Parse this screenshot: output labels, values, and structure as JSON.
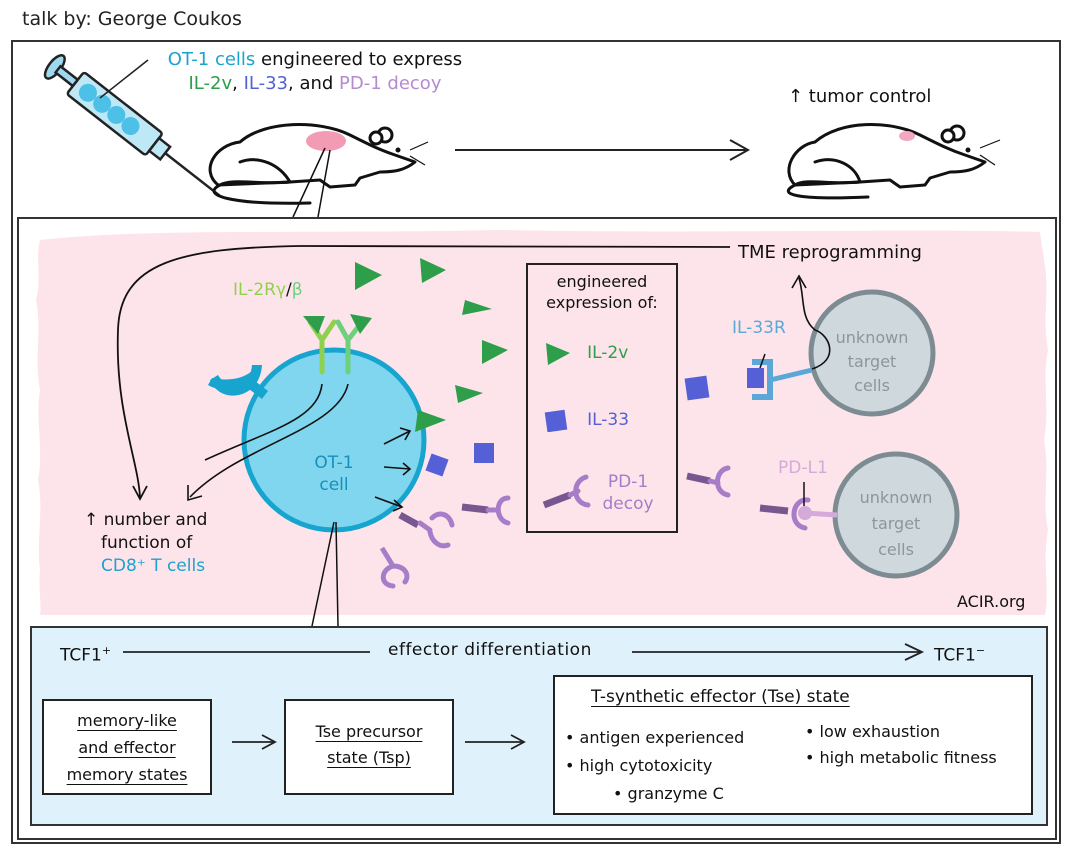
{
  "header": {
    "title": "talk by: George Coukos"
  },
  "top_panel": {
    "injection_label": {
      "line1_part1": "OT-1 cells",
      "line1_part2": " engineered to express",
      "line2_part1": "IL-2v",
      "line2_sep1": ", ",
      "line2_part2": "IL-33",
      "line2_sep2": ", and ",
      "line2_part3": "PD-1 decoy"
    },
    "outcome_label": "↑ tumor control"
  },
  "tme_panel": {
    "receptor_label": "IL-2Rγ/β",
    "receptor_label_gamma": "IL-2Rγ",
    "receptor_label_slash": "/",
    "receptor_label_beta": "β",
    "cell_label_line1": "OT-1",
    "cell_label_line2": "cell",
    "effect_label_line1": "↑ number and",
    "effect_label_line2": "function of",
    "effect_label_line3": "CD8⁺ T cells",
    "tme_label": "TME reprogramming",
    "legend": {
      "title_line1": "engineered",
      "title_line2": "expression of:",
      "items": [
        {
          "icon": "triangle-icon",
          "label": "IL-2v",
          "color": "#2e9e4a"
        },
        {
          "icon": "square-icon",
          "label": "IL-33",
          "color": "#5560d6"
        },
        {
          "icon": "decoy-receptor-icon",
          "label_line1": "PD-1",
          "label_line2": "decoy",
          "color": "#a77cc8"
        }
      ]
    },
    "il33r_label": "IL-33R",
    "pdl1_label": "PD-L1",
    "target_cells": [
      {
        "line1": "unknown",
        "line2": "target",
        "line3": "cells"
      },
      {
        "line1": "unknown",
        "line2": "target",
        "line3": "cells"
      }
    ],
    "credit": "ACIR.org"
  },
  "differentiation_panel": {
    "left_marker": "TCF1",
    "left_sup": "+",
    "axis_label": "effector differentiation",
    "right_marker": "TCF1",
    "right_sup": "−",
    "states": [
      {
        "lines": [
          "memory-like",
          "and effector",
          "memory states"
        ]
      },
      {
        "lines": [
          "Tse precursor",
          "state (Tsp)"
        ]
      }
    ],
    "tse_box": {
      "title": "T-synthetic effector (Tse) state",
      "left_bullets": [
        "antigen experienced",
        "high cytotoxicity"
      ],
      "sub_bullet": "granzyme C",
      "right_bullets": [
        "low exhaustion",
        "high metabolic fitness"
      ]
    }
  },
  "colors": {
    "ot1_blue": "#1ba3cf",
    "cell_fill": "#7fd6ee",
    "il2v_green": "#2e9e4a",
    "receptor_green": "#8fd14f",
    "il33_blue": "#5560d6",
    "pd1_purple": "#a77cc8",
    "tme_pink": "#fde4ea",
    "diff_blue": "#dff1fb",
    "target_gray": "#cfd8dc"
  }
}
